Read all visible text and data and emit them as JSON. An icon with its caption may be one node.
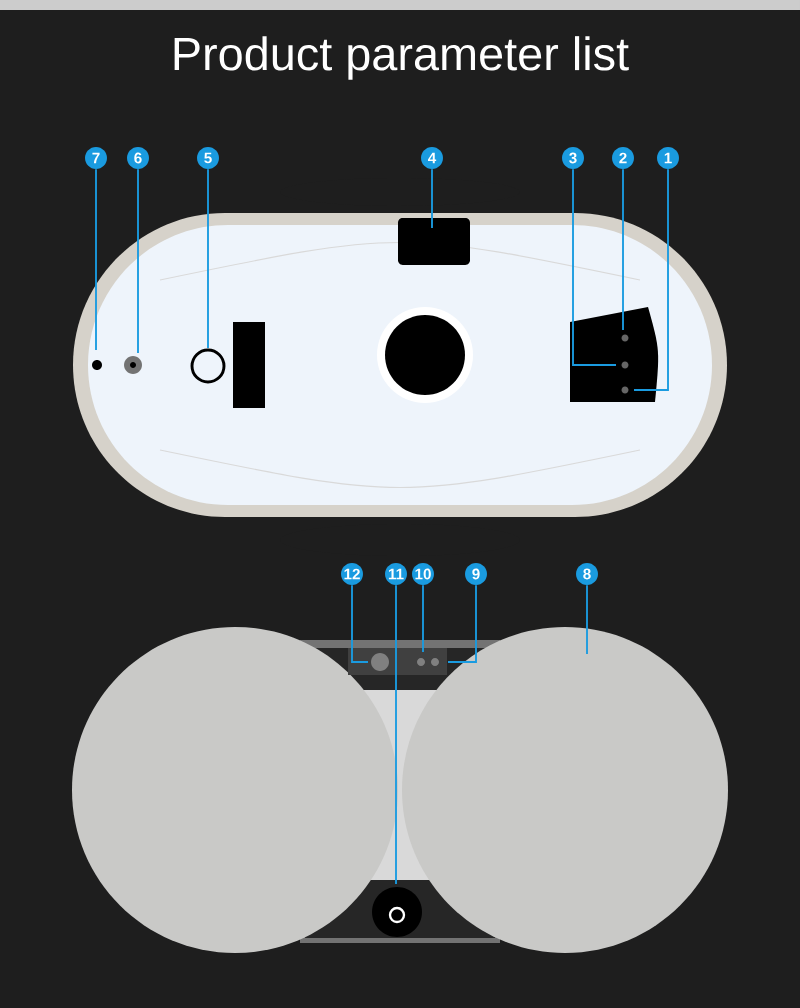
{
  "diagram": {
    "title": "Product parameter list",
    "nodes": [
      {
        "text": [
          "7"
        ]
      },
      {
        "text": [
          "6"
        ]
      },
      {
        "text": [
          "5"
        ]
      },
      {
        "text": [
          "4"
        ]
      },
      {
        "text": [
          "3"
        ]
      },
      {
        "text": [
          "2"
        ]
      },
      {
        "text": [
          "1"
        ]
      },
      {
        "text": [
          "12"
        ]
      },
      {
        "text": [
          "11"
        ]
      },
      {
        "text": [
          "10"
        ]
      },
      {
        "text": [
          "9"
        ]
      },
      {
        "text": [
          "8"
        ]
      }
    ],
    "edges": [
      {
        "from": 0,
        "to": null,
        "arrow": "none"
      },
      {
        "from": 1,
        "to": null,
        "arrow": "none"
      },
      {
        "from": 2,
        "to": null,
        "arrow": "none"
      },
      {
        "from": 3,
        "to": null,
        "arrow": "none"
      },
      {
        "from": 4,
        "to": null,
        "arrow": "none"
      },
      {
        "from": 5,
        "to": null,
        "arrow": "none"
      },
      {
        "from": 6,
        "to": null,
        "arrow": "none"
      },
      {
        "from": 7,
        "to": null,
        "arrow": "none"
      },
      {
        "from": 8,
        "to": null,
        "arrow": "none"
      },
      {
        "from": 9,
        "to": null,
        "arrow": "none"
      },
      {
        "from": 10,
        "to": null,
        "arrow": "none"
      },
      {
        "from": 11,
        "to": null,
        "arrow": "none"
      }
    ]
  }
}
